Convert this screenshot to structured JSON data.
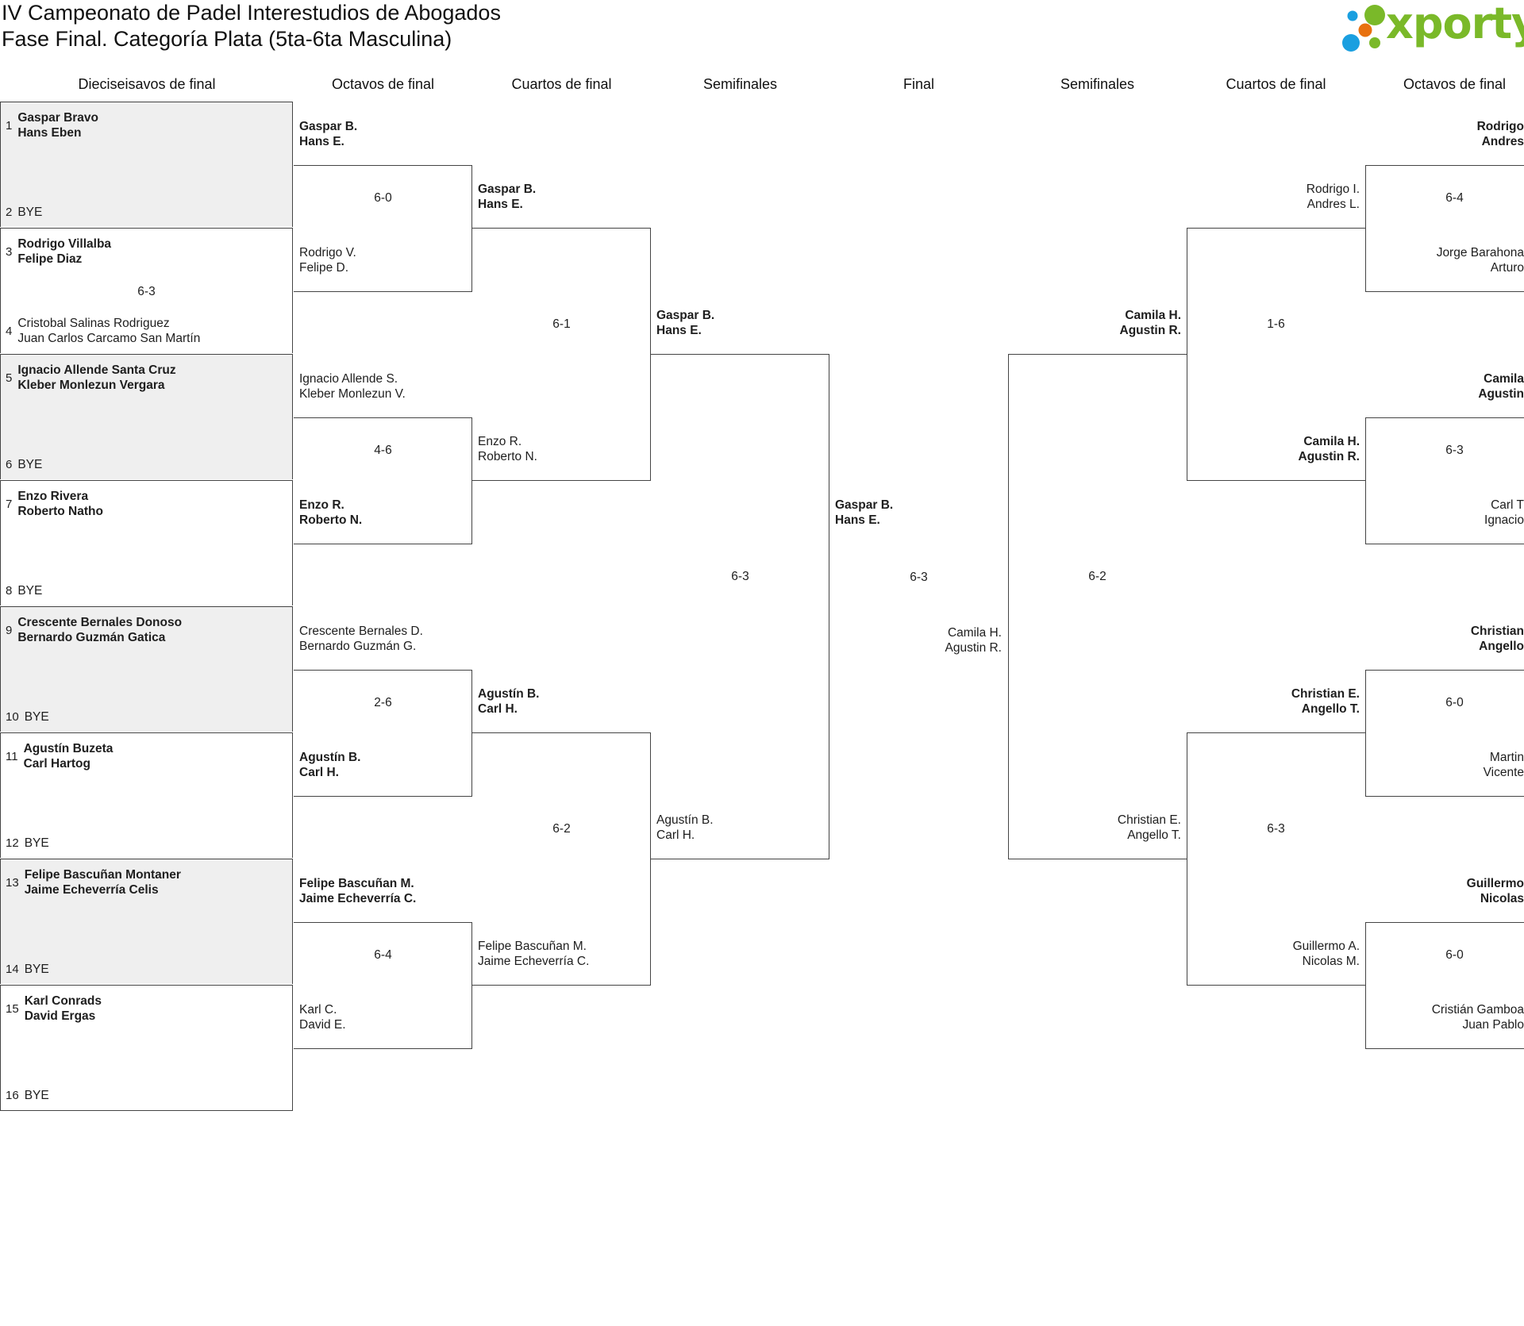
{
  "title": {
    "line1": "IV Campeonato de Padel Interestudios de Abogados",
    "line2": "Fase Final. Categoría Plata (5ta-6ta Masculina)"
  },
  "logo": {
    "text": "xporty",
    "colors": {
      "green": "#7ab929",
      "blue": "#1a9fe0",
      "orange": "#e8710f"
    }
  },
  "headers": [
    "Dieciseisavos de final",
    "Octavos de final",
    "Cuartos de final",
    "Semifinales",
    "Final",
    "Semifinales",
    "Cuartos de final",
    "Octavos de final"
  ],
  "round_of_32": [
    {
      "top": {
        "seed": "1",
        "names": [
          "Gaspar Bravo",
          "Hans Eben"
        ],
        "winner": true
      },
      "bottom": {
        "seed": "2",
        "names": [
          "BYE"
        ],
        "winner": false
      },
      "score": ""
    },
    {
      "top": {
        "seed": "3",
        "names": [
          "Rodrigo Villalba",
          "Felipe Diaz"
        ],
        "winner": true
      },
      "bottom": {
        "seed": "4",
        "names": [
          "Cristobal Salinas Rodriguez",
          "Juan Carlos Carcamo San Martín"
        ],
        "winner": false
      },
      "score": "6-3"
    },
    {
      "top": {
        "seed": "5",
        "names": [
          "Ignacio Allende Santa Cruz",
          "Kleber Monlezun Vergara"
        ],
        "winner": true
      },
      "bottom": {
        "seed": "6",
        "names": [
          "BYE"
        ],
        "winner": false
      },
      "score": ""
    },
    {
      "top": {
        "seed": "7",
        "names": [
          "Enzo Rivera",
          "Roberto Natho"
        ],
        "winner": true
      },
      "bottom": {
        "seed": "8",
        "names": [
          "BYE"
        ],
        "winner": false
      },
      "score": ""
    },
    {
      "top": {
        "seed": "9",
        "names": [
          "Crescente Bernales Donoso",
          "Bernardo Guzmán Gatica"
        ],
        "winner": true
      },
      "bottom": {
        "seed": "10",
        "names": [
          "BYE"
        ],
        "winner": false
      },
      "score": ""
    },
    {
      "top": {
        "seed": "11",
        "names": [
          "Agustín Buzeta",
          "Carl Hartog"
        ],
        "winner": true
      },
      "bottom": {
        "seed": "12",
        "names": [
          "BYE"
        ],
        "winner": false
      },
      "score": ""
    },
    {
      "top": {
        "seed": "13",
        "names": [
          "Felipe Bascuñan Montaner",
          "Jaime Echeverría Celis"
        ],
        "winner": true
      },
      "bottom": {
        "seed": "14",
        "names": [
          "BYE"
        ],
        "winner": false
      },
      "score": ""
    },
    {
      "top": {
        "seed": "15",
        "names": [
          "Karl Conrads",
          "David Ergas"
        ],
        "winner": true
      },
      "bottom": {
        "seed": "16",
        "names": [
          "BYE"
        ],
        "winner": false
      },
      "score": ""
    }
  ],
  "left_octavos": [
    {
      "top": {
        "names": [
          "Gaspar B.",
          "Hans E."
        ],
        "winner": true
      },
      "bottom": {
        "names": [
          "Rodrigo V.",
          "Felipe D."
        ],
        "winner": false
      },
      "score": "6-0"
    },
    {
      "top": {
        "names": [
          "Ignacio Allende S.",
          "Kleber Monlezun V."
        ],
        "winner": false
      },
      "bottom": {
        "names": [
          "Enzo R.",
          "Roberto N."
        ],
        "winner": true
      },
      "score": "4-6"
    },
    {
      "top": {
        "names": [
          "Crescente Bernales D.",
          "Bernardo Guzmán G."
        ],
        "winner": false
      },
      "bottom": {
        "names": [
          "Agustín B.",
          "Carl H."
        ],
        "winner": true
      },
      "score": "2-6"
    },
    {
      "top": {
        "names": [
          "Felipe Bascuñan M.",
          "Jaime Echeverría C."
        ],
        "winner": true
      },
      "bottom": {
        "names": [
          "Karl C.",
          "David E."
        ],
        "winner": false
      },
      "score": "6-4"
    }
  ],
  "left_cuartos": [
    {
      "top": {
        "names": [
          "Gaspar B.",
          "Hans E."
        ],
        "winner": true
      },
      "bottom": {
        "names": [
          "Enzo R.",
          "Roberto N."
        ],
        "winner": false
      },
      "score": "6-1"
    },
    {
      "top": {
        "names": [
          "Agustín B.",
          "Carl H."
        ],
        "winner": true
      },
      "bottom": {
        "names": [
          "Felipe Bascuñan M.",
          "Jaime Echeverría C."
        ],
        "winner": false
      },
      "score": "6-2"
    }
  ],
  "left_semis": [
    {
      "top": {
        "names": [
          "Gaspar B.",
          "Hans E."
        ],
        "winner": true
      },
      "bottom": {
        "names": [
          "Agustín B.",
          "Carl H."
        ],
        "winner": false
      },
      "score": "6-3"
    }
  ],
  "final": {
    "top": {
      "names": [
        "Gaspar B.",
        "Hans E."
      ],
      "winner": true
    },
    "bottom": {
      "names": [
        "Camila H.",
        "Agustin R."
      ],
      "winner": false
    },
    "score": "6-3"
  },
  "right_semis": [
    {
      "top": {
        "names": [
          "Camila H.",
          "Agustin R."
        ],
        "winner": true
      },
      "bottom": {
        "names": [
          "Christian E.",
          "Angello T."
        ],
        "winner": false
      },
      "score": "6-2"
    }
  ],
  "right_cuartos": [
    {
      "top": {
        "names": [
          "Rodrigo I.",
          "Andres L."
        ],
        "winner": false
      },
      "bottom": {
        "names": [
          "Camila H.",
          "Agustin R."
        ],
        "winner": true
      },
      "score": "1-6"
    },
    {
      "top": {
        "names": [
          "Christian E.",
          "Angello T."
        ],
        "winner": true
      },
      "bottom": {
        "names": [
          "Guillermo A.",
          "Nicolas M."
        ],
        "winner": false
      },
      "score": "6-3"
    }
  ],
  "right_octavos": [
    {
      "top": {
        "names": [
          "Rodrigo",
          "Andres"
        ],
        "winner": true
      },
      "bottom": {
        "names": [
          "Jorge Barahona",
          "Arturo"
        ],
        "winner": false
      },
      "score": "6-4"
    },
    {
      "top": {
        "names": [
          "Camila",
          "Agustin"
        ],
        "winner": true
      },
      "bottom": {
        "names": [
          "Carl T",
          "Ignacio"
        ],
        "winner": false
      },
      "score": "6-3"
    },
    {
      "top": {
        "names": [
          "Christian",
          "Angello"
        ],
        "winner": true
      },
      "bottom": {
        "names": [
          "Martin",
          "Vicente"
        ],
        "winner": false
      },
      "score": "6-0"
    },
    {
      "top": {
        "names": [
          "Guillermo",
          "Nicolas"
        ],
        "winner": true
      },
      "bottom": {
        "names": [
          "Cristián Gamboa",
          "Juan Pablo"
        ],
        "winner": false
      },
      "score": "6-0"
    }
  ]
}
